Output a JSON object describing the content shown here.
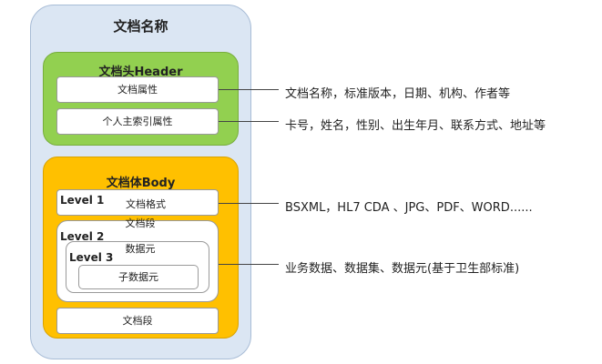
{
  "document": {
    "name": "文档名称",
    "header": {
      "title": "文档头Header",
      "items": [
        "文档属性",
        "个人主索引属性"
      ]
    },
    "body": {
      "title": "文档体Body",
      "level1": {
        "label": "Level 1",
        "text": "文档格式"
      },
      "level2": {
        "label": "Level 2",
        "text": "文档段"
      },
      "level3": {
        "label": "Level 3",
        "text": "数据元",
        "inner": "子数据元"
      },
      "segment": "文档段"
    }
  },
  "annotations": [
    "文档名称，标准版本，日期、机构、作者等",
    "卡号，姓名，性别、出生年月、联系方式、地址等",
    "BSXML，HL7 CDA 、JPG、PDF、WORD......",
    "业务数据、数据集、数据元(基于卫生部标准)"
  ],
  "colors": {
    "outer": "#dbe6f3",
    "header": "#92d050",
    "body": "#ffc000",
    "box": "#ffffff",
    "connector": "#444444"
  }
}
